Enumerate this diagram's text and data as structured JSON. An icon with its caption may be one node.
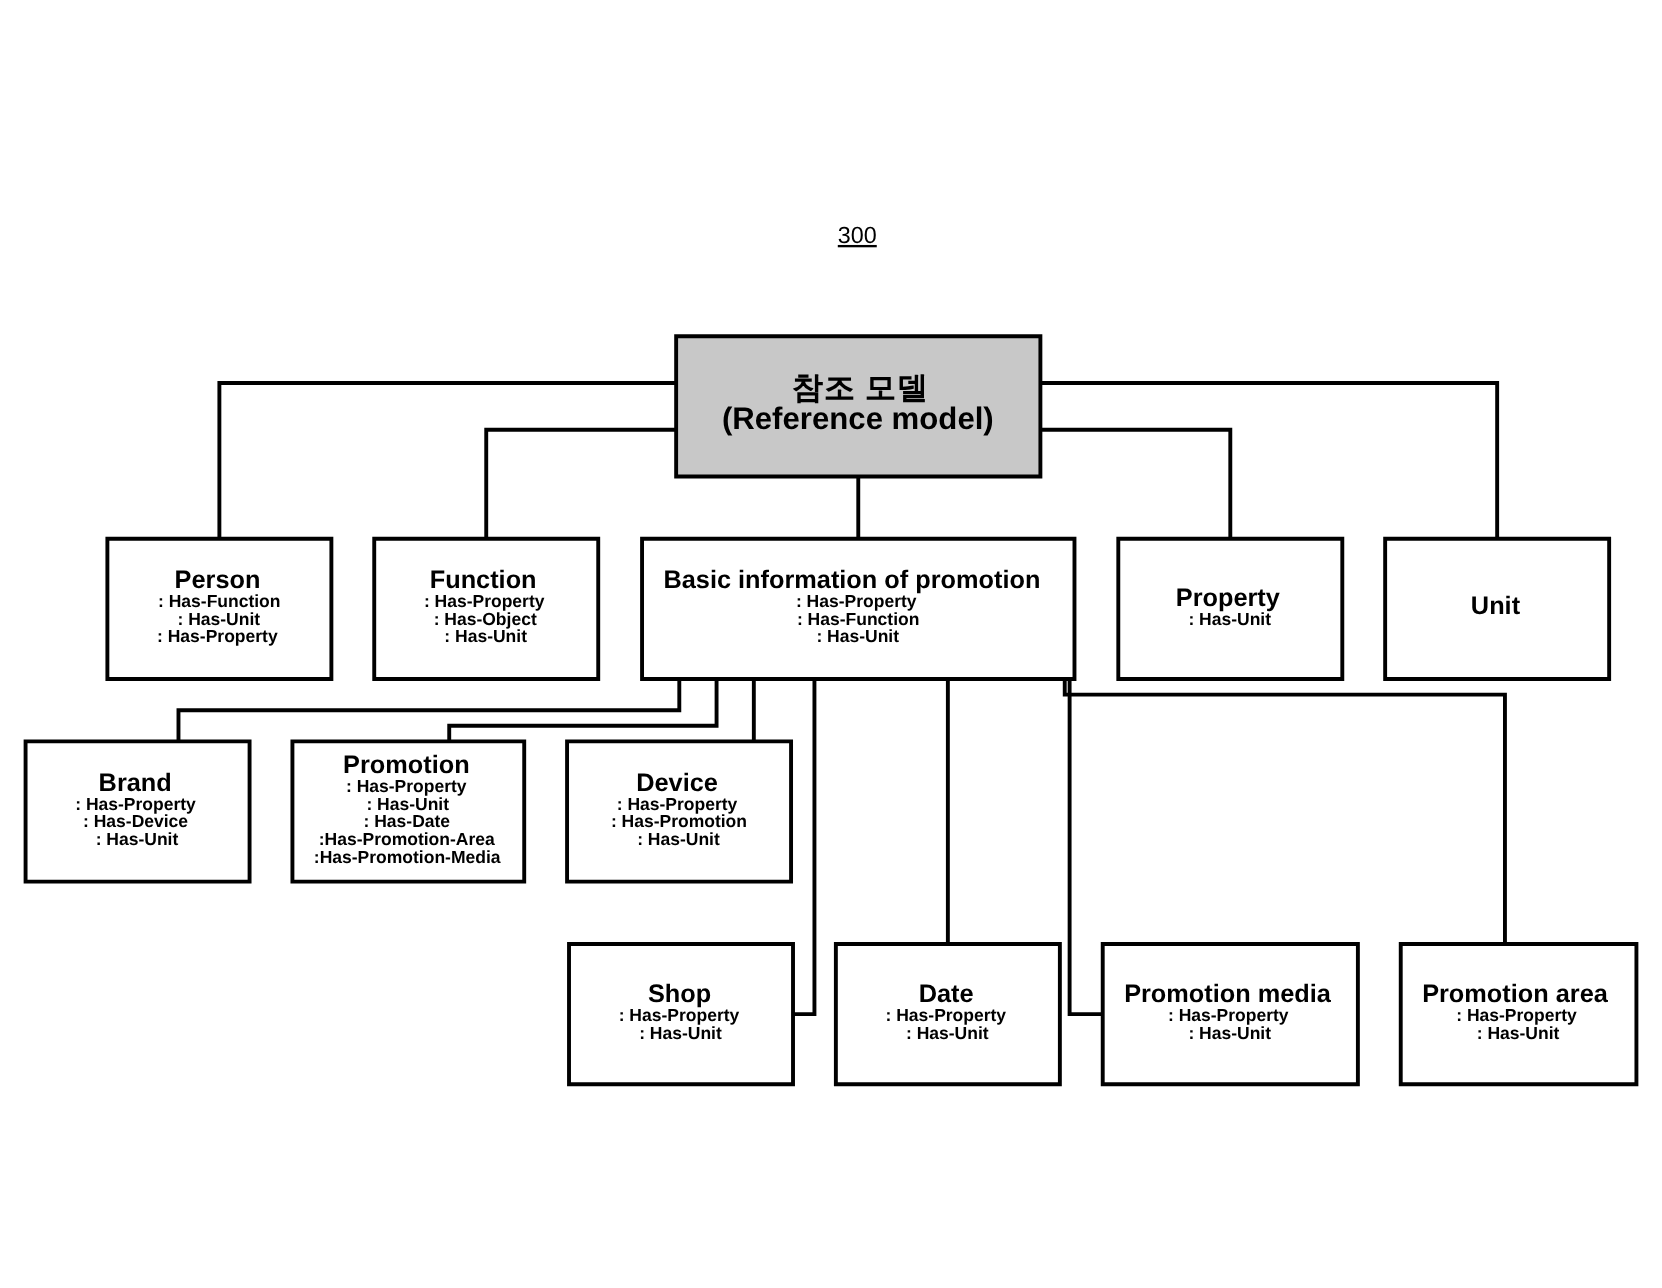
{
  "diagram": {
    "nodes": [
      {
        "text": [
          "참조 모델",
          "(Reference model)"
        ]
      },
      {
        "text": [
          "Person",
          ": Has-Function",
          ": Has-Unit",
          ": Has-Property"
        ]
      },
      {
        "text": [
          "Function",
          ": Has-Property",
          ": Has-Object",
          ": Has-Unit"
        ]
      },
      {
        "text": [
          "Basic information of promotion",
          ": Has-Property",
          ": Has-Function",
          ": Has-Unit"
        ]
      },
      {
        "text": [
          "Property",
          ": Has-Unit"
        ]
      },
      {
        "text": [
          "Unit"
        ]
      },
      {
        "text": [
          "Brand",
          ": Has-Property",
          ": Has-Device",
          ": Has-Unit"
        ]
      },
      {
        "text": [
          "Promotion",
          ": Has-Property",
          ": Has-Unit",
          ": Has-Date",
          ":Has-Promotion-Area",
          ":Has-Promotion-Media"
        ]
      },
      {
        "text": [
          "Device",
          ": Has-Property",
          ": Has-Promotion",
          ": Has-Unit"
        ]
      },
      {
        "text": [
          "Shop",
          ": Has-Property",
          ": Has-Unit"
        ]
      },
      {
        "text": [
          "Date",
          ": Has-Property",
          ": Has-Unit"
        ]
      },
      {
        "text": [
          "Promotion media",
          ": Has-Property",
          ": Has-Unit"
        ]
      },
      {
        "text": [
          "Promotion area",
          ": Has-Property",
          ": Has-Unit"
        ]
      }
    ],
    "edges": [
      {
        "from": 0,
        "to": 1,
        "arrow": "none"
      },
      {
        "from": 0,
        "to": 2,
        "arrow": "none"
      },
      {
        "from": 0,
        "to": 3,
        "arrow": "none"
      },
      {
        "from": 0,
        "to": 4,
        "arrow": "none"
      },
      {
        "from": 0,
        "to": 5,
        "arrow": "none"
      },
      {
        "from": 3,
        "to": 9,
        "arrow": "none"
      },
      {
        "from": 3,
        "to": 6,
        "arrow": "none"
      },
      {
        "from": 3,
        "to": 10,
        "arrow": "none"
      },
      {
        "from": 3,
        "to": 7,
        "arrow": "none"
      },
      {
        "from": 3,
        "to": 11,
        "arrow": "none"
      },
      {
        "from": 3,
        "to": 8,
        "arrow": "none"
      },
      {
        "from": 3,
        "to": 12,
        "arrow": "none"
      }
    ],
    "labels": [
      "300"
    ]
  }
}
